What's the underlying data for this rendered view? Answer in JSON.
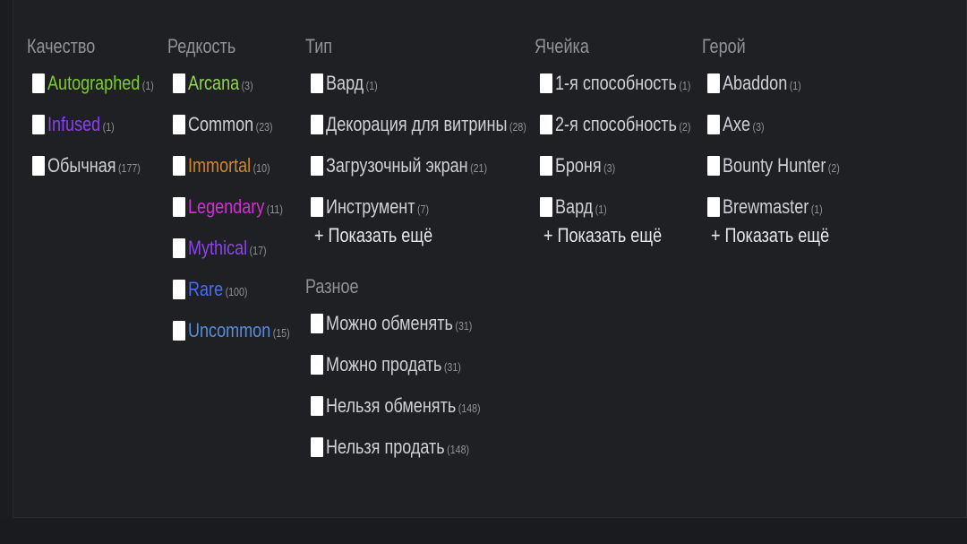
{
  "colors": {
    "autographed": "#7ecb2a",
    "infused": "#8a3ff0",
    "common": "#cfd1d4",
    "arcana": "#8fd54a",
    "immortal": "#d1882b",
    "legendary": "#d22fd6",
    "mythical": "#8b45e8",
    "rare": "#4a6cf0",
    "uncommon": "#5b8dd6",
    "default": "#cfd1d4"
  },
  "quality": {
    "title": "Качество",
    "items": [
      {
        "label": "Autographed",
        "count": "(1)",
        "color": "#7ecb2a"
      },
      {
        "label": "Infused",
        "count": "(1)",
        "color": "#8a3ff0"
      },
      {
        "label": "Обычная",
        "count": "(177)",
        "color": "#cfd1d4"
      }
    ]
  },
  "rarity": {
    "title": "Редкость",
    "items": [
      {
        "label": "Arcana",
        "count": "(3)",
        "color": "#8fd54a"
      },
      {
        "label": "Common",
        "count": "(23)",
        "color": "#cfd1d4"
      },
      {
        "label": "Immortal",
        "count": "(10)",
        "color": "#d1882b"
      },
      {
        "label": "Legendary",
        "count": "(11)",
        "color": "#d22fd6"
      },
      {
        "label": "Mythical",
        "count": "(17)",
        "color": "#8b45e8"
      },
      {
        "label": "Rare",
        "count": "(100)",
        "color": "#4a6cf0"
      },
      {
        "label": "Uncommon",
        "count": "(15)",
        "color": "#5b8dd6"
      }
    ]
  },
  "type": {
    "title": "Тип",
    "items": [
      {
        "label": "Вард",
        "count": "(1)"
      },
      {
        "label": "Декорация для витрины",
        "count": "(28)"
      },
      {
        "label": "Загрузочный экран",
        "count": "(21)"
      },
      {
        "label": "Инструмент",
        "count": "(7)"
      }
    ],
    "more": "+ Показать ещё"
  },
  "misc": {
    "title": "Разное",
    "items": [
      {
        "label": "Можно обменять",
        "count": "(31)"
      },
      {
        "label": "Можно продать",
        "count": "(31)"
      },
      {
        "label": "Нельзя обменять",
        "count": "(148)"
      },
      {
        "label": "Нельзя продать",
        "count": "(148)"
      }
    ]
  },
  "slot": {
    "title": "Ячейка",
    "items": [
      {
        "label": "1-я способность",
        "count": "(1)"
      },
      {
        "label": "2-я способность",
        "count": "(2)"
      },
      {
        "label": "Броня",
        "count": "(3)"
      },
      {
        "label": "Вард",
        "count": "(1)"
      }
    ],
    "more": "+ Показать ещё"
  },
  "hero": {
    "title": "Герой",
    "items": [
      {
        "label": "Abaddon",
        "count": "(1)"
      },
      {
        "label": "Axe",
        "count": "(3)"
      },
      {
        "label": "Bounty Hunter",
        "count": "(2)"
      },
      {
        "label": "Brewmaster",
        "count": "(1)"
      }
    ],
    "more": "+ Показать ещё"
  }
}
